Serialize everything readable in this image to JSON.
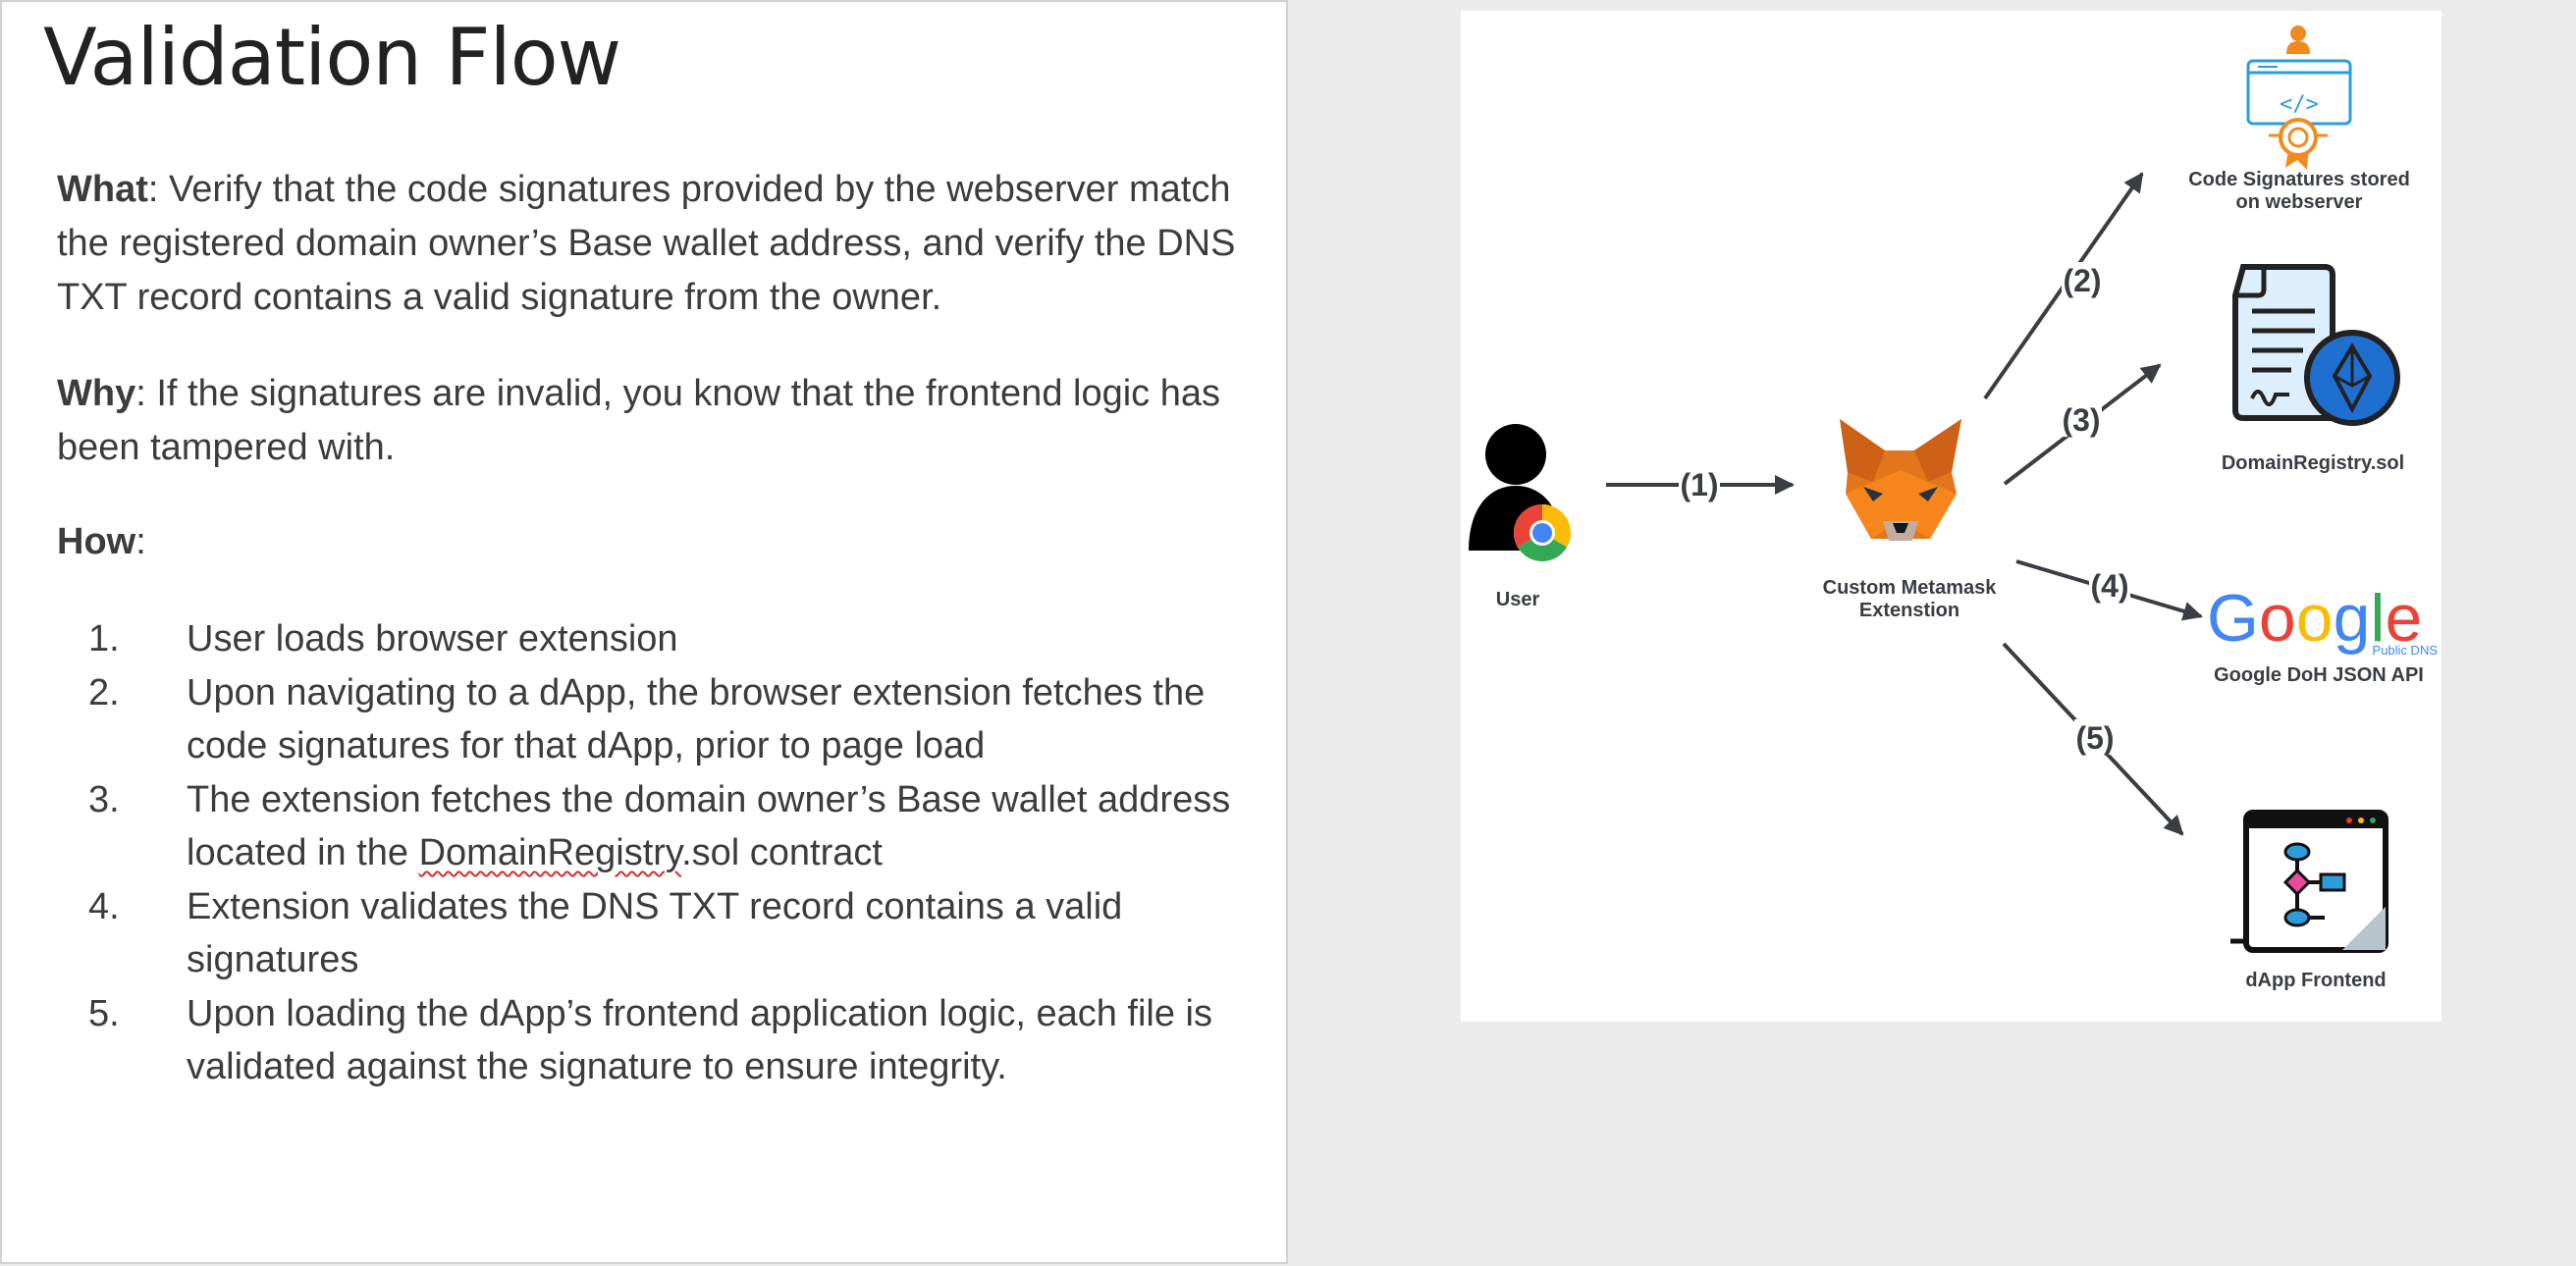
{
  "slide": {
    "title": "Validation Flow",
    "what": {
      "label": "What",
      "text": ": Verify that the code signatures provided by the webserver match the registered domain owner’s Base wallet address, and verify the DNS TXT record contains a valid signature from the owner."
    },
    "why": {
      "label": "Why",
      "text": ": If the signatures are invalid, you know that the frontend logic has been tampered with."
    },
    "how": {
      "label": "How",
      "text": ":"
    },
    "steps": [
      {
        "num": "1.",
        "text": "User loads browser extension"
      },
      {
        "num": "2.",
        "text": "Upon navigating to a dApp, the browser extension fetches the code signatures for that dApp, prior to page load"
      },
      {
        "num": "3.",
        "text_before": "The extension fetches the domain owner’s Base wallet address located in the ",
        "text_mark": "DomainRegistry",
        "text_after": ".sol contract"
      },
      {
        "num": "4.",
        "text": "Extension validates the DNS TXT record contains a valid signatures"
      },
      {
        "num": "5.",
        "text": "Upon loading the dApp’s frontend application logic, each file is validated against the signature to ensure integrity."
      }
    ]
  },
  "diagram": {
    "user_label": "User",
    "extension_label_line1": "Custom Metamask",
    "extension_label_line2": "Extenstion",
    "code_signatures_line1": "Code Signatures stored",
    "code_signatures_line2": "on webserver",
    "registry_label": "DomainRegistry.sol",
    "google_logo": "Google",
    "google_sub": "Public DNS",
    "google_label": "Google DoH JSON API",
    "frontend_label": "dApp Frontend",
    "step_labels": [
      "(1)",
      "(2)",
      "(3)",
      "(4)",
      "(5)"
    ],
    "colors": {
      "arrow": "#3a3d44",
      "fox_orange": "#e2761b",
      "cert_blue": "#2d9cdb",
      "cert_orange": "#f28a1e",
      "eth_blue": "#1f6fd1",
      "google_blue": "#4285f4",
      "google_red": "#ea4335",
      "google_yellow": "#fbbc05",
      "google_green": "#34a853"
    }
  }
}
